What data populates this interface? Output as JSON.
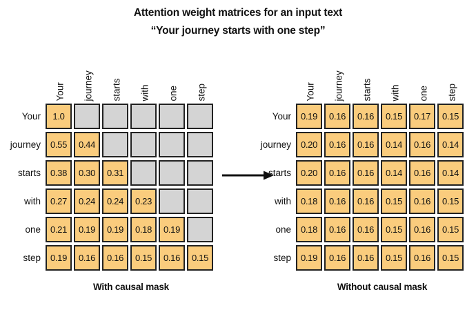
{
  "title": {
    "line1": "Attention weight matrices for an input text",
    "line2": "“Your journey starts with one step”"
  },
  "tokens": [
    "Your",
    "journey",
    "starts",
    "with",
    "one",
    "step"
  ],
  "colors": {
    "filled": "#FACC7D",
    "masked": "#D4D4D4",
    "border": "#222222",
    "text": "#111111",
    "background": "#FFFFFF"
  },
  "arrow": {
    "name": "right-arrow",
    "direction": "right"
  },
  "panels": [
    {
      "id": "left",
      "caption": "With causal mask",
      "masked": true
    },
    {
      "id": "right",
      "caption": "Without causal mask",
      "masked": false
    }
  ],
  "chart_data": {
    "type": "heatmap",
    "title": "Attention weight matrices for an input text “Your journey starts with one step”",
    "xlabel": "",
    "ylabel": "",
    "grid": true,
    "legend": "none",
    "categories": [
      "Your",
      "journey",
      "starts",
      "with",
      "one",
      "step"
    ],
    "row_labels": [
      "Your",
      "journey",
      "starts",
      "with",
      "one",
      "step"
    ],
    "col_labels": [
      "Your",
      "journey",
      "starts",
      "with",
      "one",
      "step"
    ],
    "matrices": [
      {
        "name": "With causal mask",
        "masked_upper_triangle": true,
        "mask_label": "",
        "values": [
          [
            "1.0",
            "",
            "",
            "",
            "",
            ""
          ],
          [
            "0.55",
            "0.44",
            "",
            "",
            "",
            ""
          ],
          [
            "0.38",
            "0.30",
            "0.31",
            "",
            "",
            ""
          ],
          [
            "0.27",
            "0.24",
            "0.24",
            "0.23",
            "",
            ""
          ],
          [
            "0.21",
            "0.19",
            "0.19",
            "0.18",
            "0.19",
            ""
          ],
          [
            "0.19",
            "0.16",
            "0.16",
            "0.15",
            "0.16",
            "0.15"
          ]
        ]
      },
      {
        "name": "Without causal mask",
        "masked_upper_triangle": false,
        "mask_label": "",
        "values": [
          [
            "0.19",
            "0.16",
            "0.16",
            "0.15",
            "0.17",
            "0.15"
          ],
          [
            "0.20",
            "0.16",
            "0.16",
            "0.14",
            "0.16",
            "0.14"
          ],
          [
            "0.20",
            "0.16",
            "0.16",
            "0.14",
            "0.16",
            "0.14"
          ],
          [
            "0.18",
            "0.16",
            "0.16",
            "0.15",
            "0.16",
            "0.15"
          ],
          [
            "0.18",
            "0.16",
            "0.16",
            "0.15",
            "0.16",
            "0.15"
          ],
          [
            "0.19",
            "0.16",
            "0.16",
            "0.15",
            "0.16",
            "0.15"
          ]
        ]
      }
    ]
  }
}
